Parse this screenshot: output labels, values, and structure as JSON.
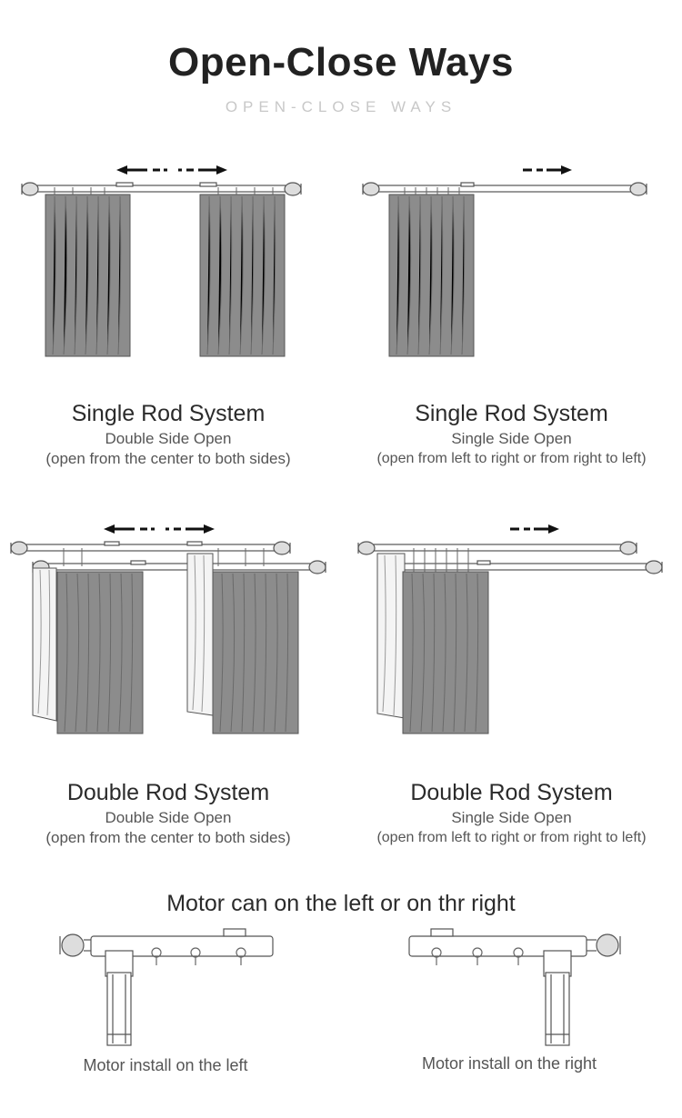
{
  "header": {
    "title": "Open-Close Ways",
    "subtitle": "OPEN-CLOSE WAYS"
  },
  "panels": [
    {
      "heading": "Single Rod System",
      "mode": "Double Side Open",
      "detail": "(open from the center to both sides)"
    },
    {
      "heading": "Single Rod System",
      "mode": "Single Side Open",
      "detail": "(open from left to right or from right to left)"
    },
    {
      "heading": "Double Rod System",
      "mode": "Double Side Open",
      "detail": "(open from the center to both sides)"
    },
    {
      "heading": "Double Rod System",
      "mode": "Single Side Open",
      "detail": "(open from left to right or from right to left)"
    }
  ],
  "motor": {
    "title": "Motor can  on the left or on thr right",
    "left_caption": "Motor install on the left",
    "right_caption": "Motor install on the right"
  },
  "colors": {
    "curtain_dark": "#8c8c8c",
    "curtain_light": "#f4f4f4",
    "line": "#555555",
    "arrow": "#111111"
  }
}
